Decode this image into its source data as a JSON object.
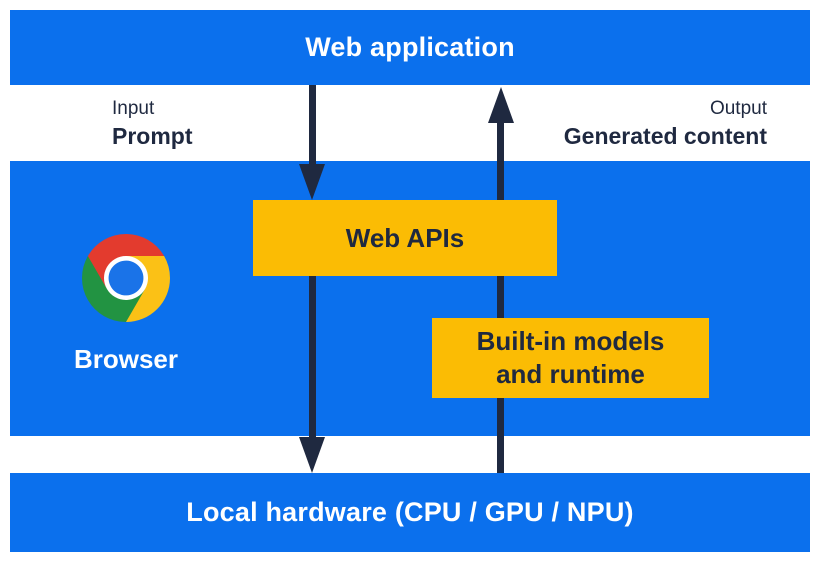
{
  "colors": {
    "band_blue": "#0b70ed",
    "box_yellow": "#fbbc04",
    "ink_navy": "#1f2940",
    "text_white": "#ffffff",
    "chrome_red": "#e33b2e",
    "chrome_green": "#229342",
    "chrome_yellow": "#fbc116",
    "chrome_blue": "#1a73e8",
    "chrome_ring": "#ffffff"
  },
  "header": {
    "title": "Web application"
  },
  "io": {
    "input": {
      "caption": "Input",
      "label": "Prompt"
    },
    "output": {
      "caption": "Output",
      "label": "Generated content"
    }
  },
  "browser": {
    "label": "Browser"
  },
  "boxes": {
    "web_apis": {
      "label": "Web APIs"
    },
    "builtin_models": {
      "line1": "Built-in models",
      "line2": "and runtime"
    }
  },
  "footer": {
    "title": "Local hardware (CPU / GPU / NPU)"
  },
  "icons": {
    "browser": "chrome-icon",
    "input_flow": "arrow-down-icon",
    "output_flow": "arrow-up-icon"
  }
}
